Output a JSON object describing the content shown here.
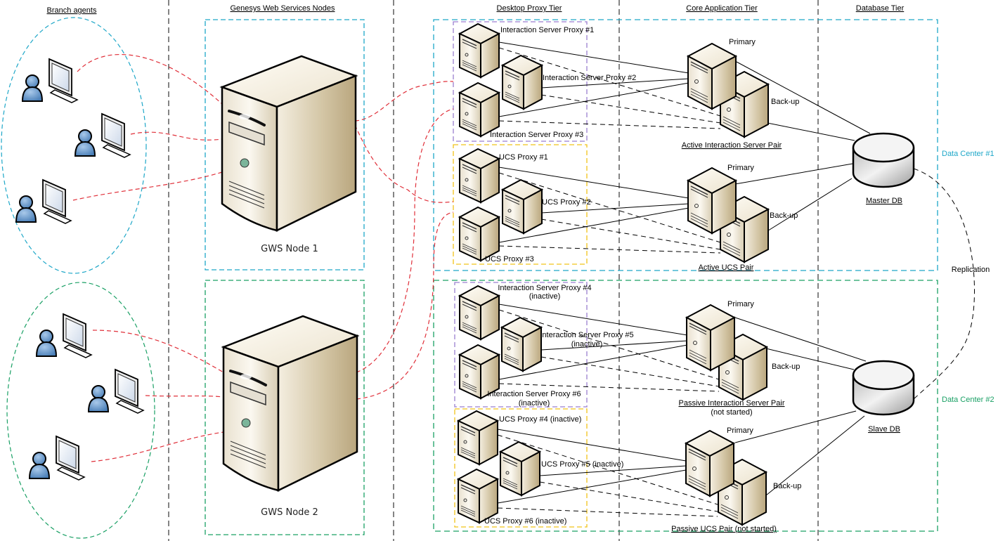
{
  "headers": {
    "branch_agents": "Branch agents",
    "gws_nodes": "Genesys Web Services Nodes",
    "desktop_proxy": "Desktop Proxy Tier",
    "core_app": "Core Application Tier",
    "database": "Database Tier"
  },
  "gws": {
    "node1": "GWS Node 1",
    "node2": "GWS Node 2"
  },
  "proxies": {
    "isp1": "Interaction Server Proxy #1",
    "isp2": "Interaction Server Proxy #2",
    "isp3": "Interaction Server Proxy #3",
    "ucs1": "UCS Proxy #1",
    "ucs2": "UCS Proxy #2",
    "ucs3": "UCS Proxy #3",
    "isp4": "Interaction Server Proxy #4",
    "isp4_state": "(inactive)",
    "isp5": "Interaction Server Proxy #5",
    "isp5_state": "(inactive)",
    "isp6": "Interaction Server Proxy #6",
    "isp6_state": "(inactive)",
    "ucs4": "UCS Proxy #4 (inactive)",
    "ucs5": "UCS Proxy #5 (inactive)",
    "ucs6": "UCS Proxy #6 (inactive)"
  },
  "core": {
    "primary": "Primary",
    "backup": "Back-up",
    "active_is_pair": "Active Interaction Server Pair",
    "active_ucs_pair": "Active UCS Pair",
    "passive_is_pair": "Passive Interaction Server Pair",
    "passive_is_state": "(not started)",
    "passive_ucs_pair": "Passive UCS Pair (not started)"
  },
  "db": {
    "master": "Master DB",
    "slave": "Slave DB",
    "replication": "Replication"
  },
  "datacenters": {
    "dc1": "Data Center #1",
    "dc2": "Data Center #2"
  },
  "colors": {
    "dc1": "#1ea7c8",
    "dc2": "#1aa065",
    "agent_link": "#e0303a",
    "is_group": "#9a7fd0",
    "ucs_group": "#f0c419"
  }
}
